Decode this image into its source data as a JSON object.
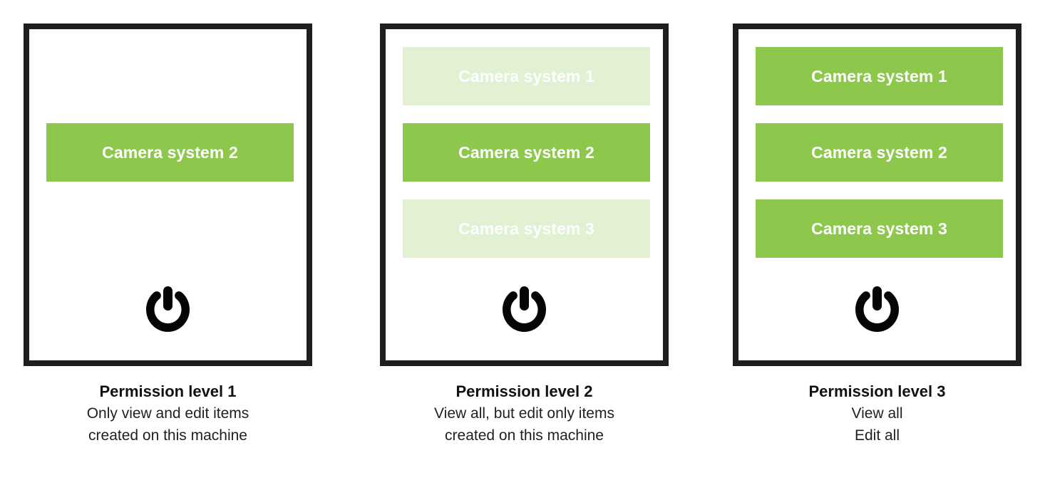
{
  "colors": {
    "chip_green": "#8dc84d",
    "chip_green_muted": "#ddefc8",
    "panel_border": "#1e1e1e",
    "chip_text": "#ffffff",
    "background": "#ffffff",
    "caption_text": "#1f1f1f"
  },
  "columns": [
    {
      "panel_name": "permission-level-1-panel",
      "power_icon": "power-icon",
      "slots": [
        {
          "label": "",
          "state": "empty"
        },
        {
          "label": "Camera system 2",
          "state": "full"
        },
        {
          "label": "",
          "state": "empty"
        }
      ],
      "caption": {
        "title": "Permission level 1",
        "lines": [
          "Only view and edit items",
          "created on this machine"
        ]
      }
    },
    {
      "panel_name": "permission-level-2-panel",
      "power_icon": "power-icon",
      "slots": [
        {
          "label": "Camera system 1",
          "state": "muted"
        },
        {
          "label": "Camera system 2",
          "state": "full"
        },
        {
          "label": "Camera system 3",
          "state": "muted"
        }
      ],
      "caption": {
        "title": "Permission level 2",
        "lines": [
          "View all, but edit only items",
          "created on this machine"
        ]
      }
    },
    {
      "panel_name": "permission-level-3-panel",
      "power_icon": "power-icon",
      "slots": [
        {
          "label": "Camera system 1",
          "state": "full"
        },
        {
          "label": "Camera system 2",
          "state": "full"
        },
        {
          "label": "Camera system 3",
          "state": "full"
        }
      ],
      "caption": {
        "title": "Permission level 3",
        "lines": [
          "View all",
          "Edit all"
        ]
      }
    }
  ]
}
